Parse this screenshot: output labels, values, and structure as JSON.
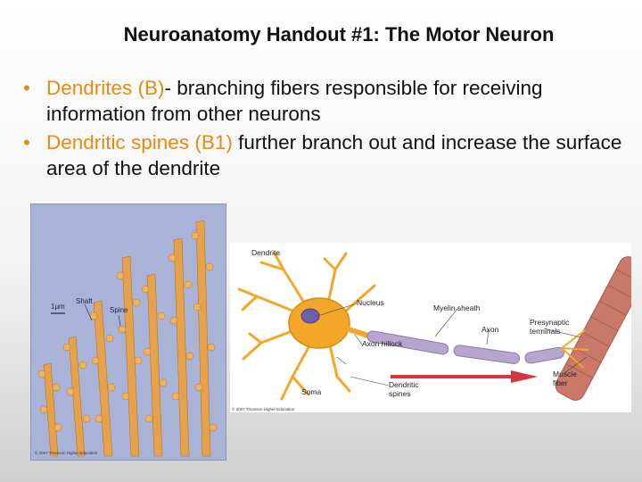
{
  "slide": {
    "title": "Neuroanatomy Handout #1:  The Motor Neuron",
    "bullets": [
      {
        "highlight": "Dendrites (B)",
        "text": "- branching fibers responsible for receiving information from other neurons"
      },
      {
        "highlight": "Dendritic spines (B1)",
        "text": " further branch out and increase the surface area of the dendrite"
      }
    ]
  },
  "micrograph": {
    "labels": {
      "scale": "1μm",
      "shaft": "Shaft",
      "spine": "Spine"
    },
    "copyright": "© 2007 Thomson Higher Education"
  },
  "diagram": {
    "labels": {
      "dendrite": "Dendrite",
      "nucleus": "Nucleus",
      "myelin": "Myelin sheath",
      "axon": "Axon",
      "presynaptic": "Presynaptic terminals",
      "hillock": "Axon hillock",
      "muscle": "Muscle fiber",
      "soma": "Soma",
      "spines": "Dendritic spines"
    },
    "copyright": "© 2007 Thomson Higher Education"
  },
  "colors": {
    "accent": "#e88a10",
    "neuron": "#f2a62a",
    "myelin": "#b7a4cf",
    "muscle": "#c9786a",
    "micro_bg": "#a9b3d8"
  }
}
